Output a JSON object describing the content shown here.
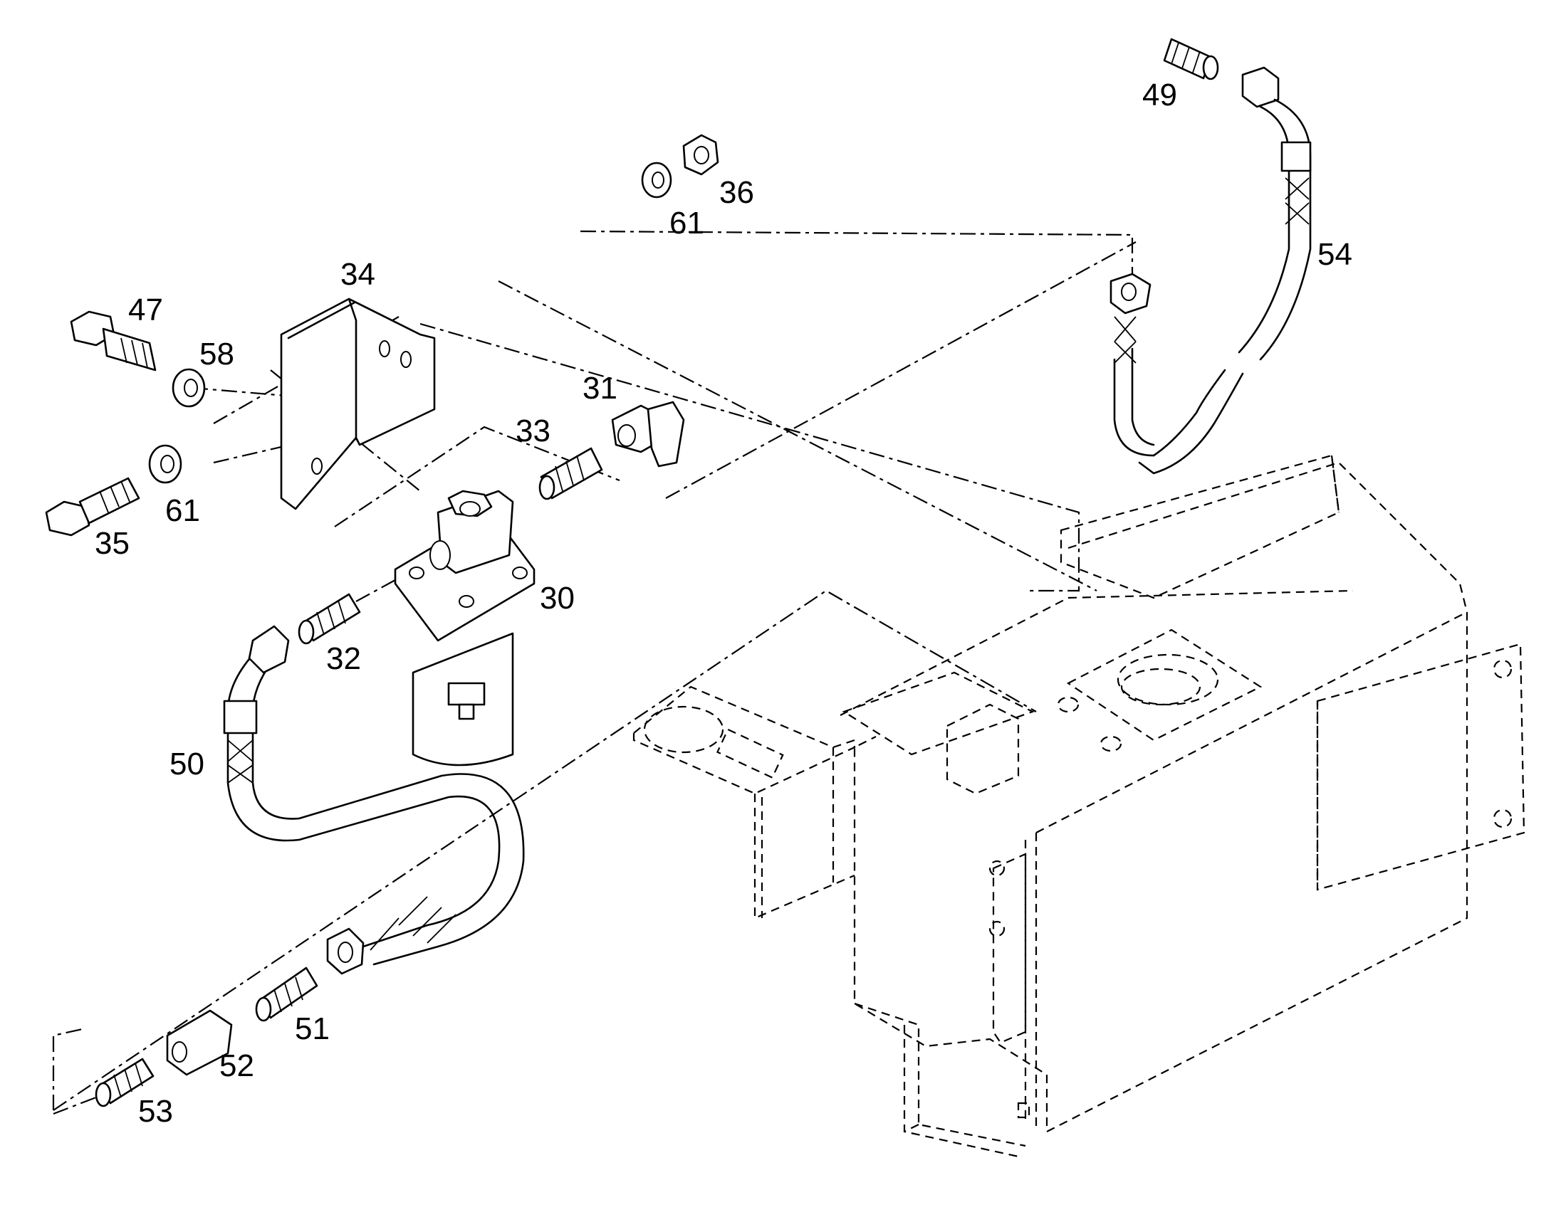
{
  "diagram": {
    "part_labels": {
      "p30": "30",
      "p31": "31",
      "p32": "32",
      "p33": "33",
      "p34": "34",
      "p35": "35",
      "p36": "36",
      "p47": "47",
      "p49": "49",
      "p50": "50",
      "p51": "51",
      "p52": "52",
      "p53": "53",
      "p54": "54",
      "p58": "58",
      "p61a": "61",
      "p61b": "61"
    }
  }
}
